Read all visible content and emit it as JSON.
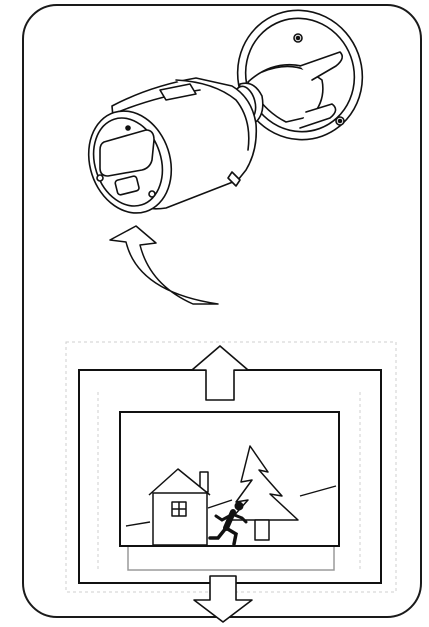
{
  "figure": {
    "panel": "rounded-border-panel",
    "top_illustration": "bullet-camera-on-wall-mount",
    "motion_hint": "curved-arrow-up",
    "bottom_illustration": "field-of-view-frame",
    "scene_elements": [
      "house",
      "pine-tree",
      "running-person",
      "hill-line"
    ],
    "adjust_hints": [
      "up-arrow",
      "down-arrow"
    ],
    "colors": {
      "stroke": "#111111",
      "fill": "#ffffff",
      "dashed_guide": "#cccccc",
      "inner_frame": "#9a9a9a"
    }
  }
}
